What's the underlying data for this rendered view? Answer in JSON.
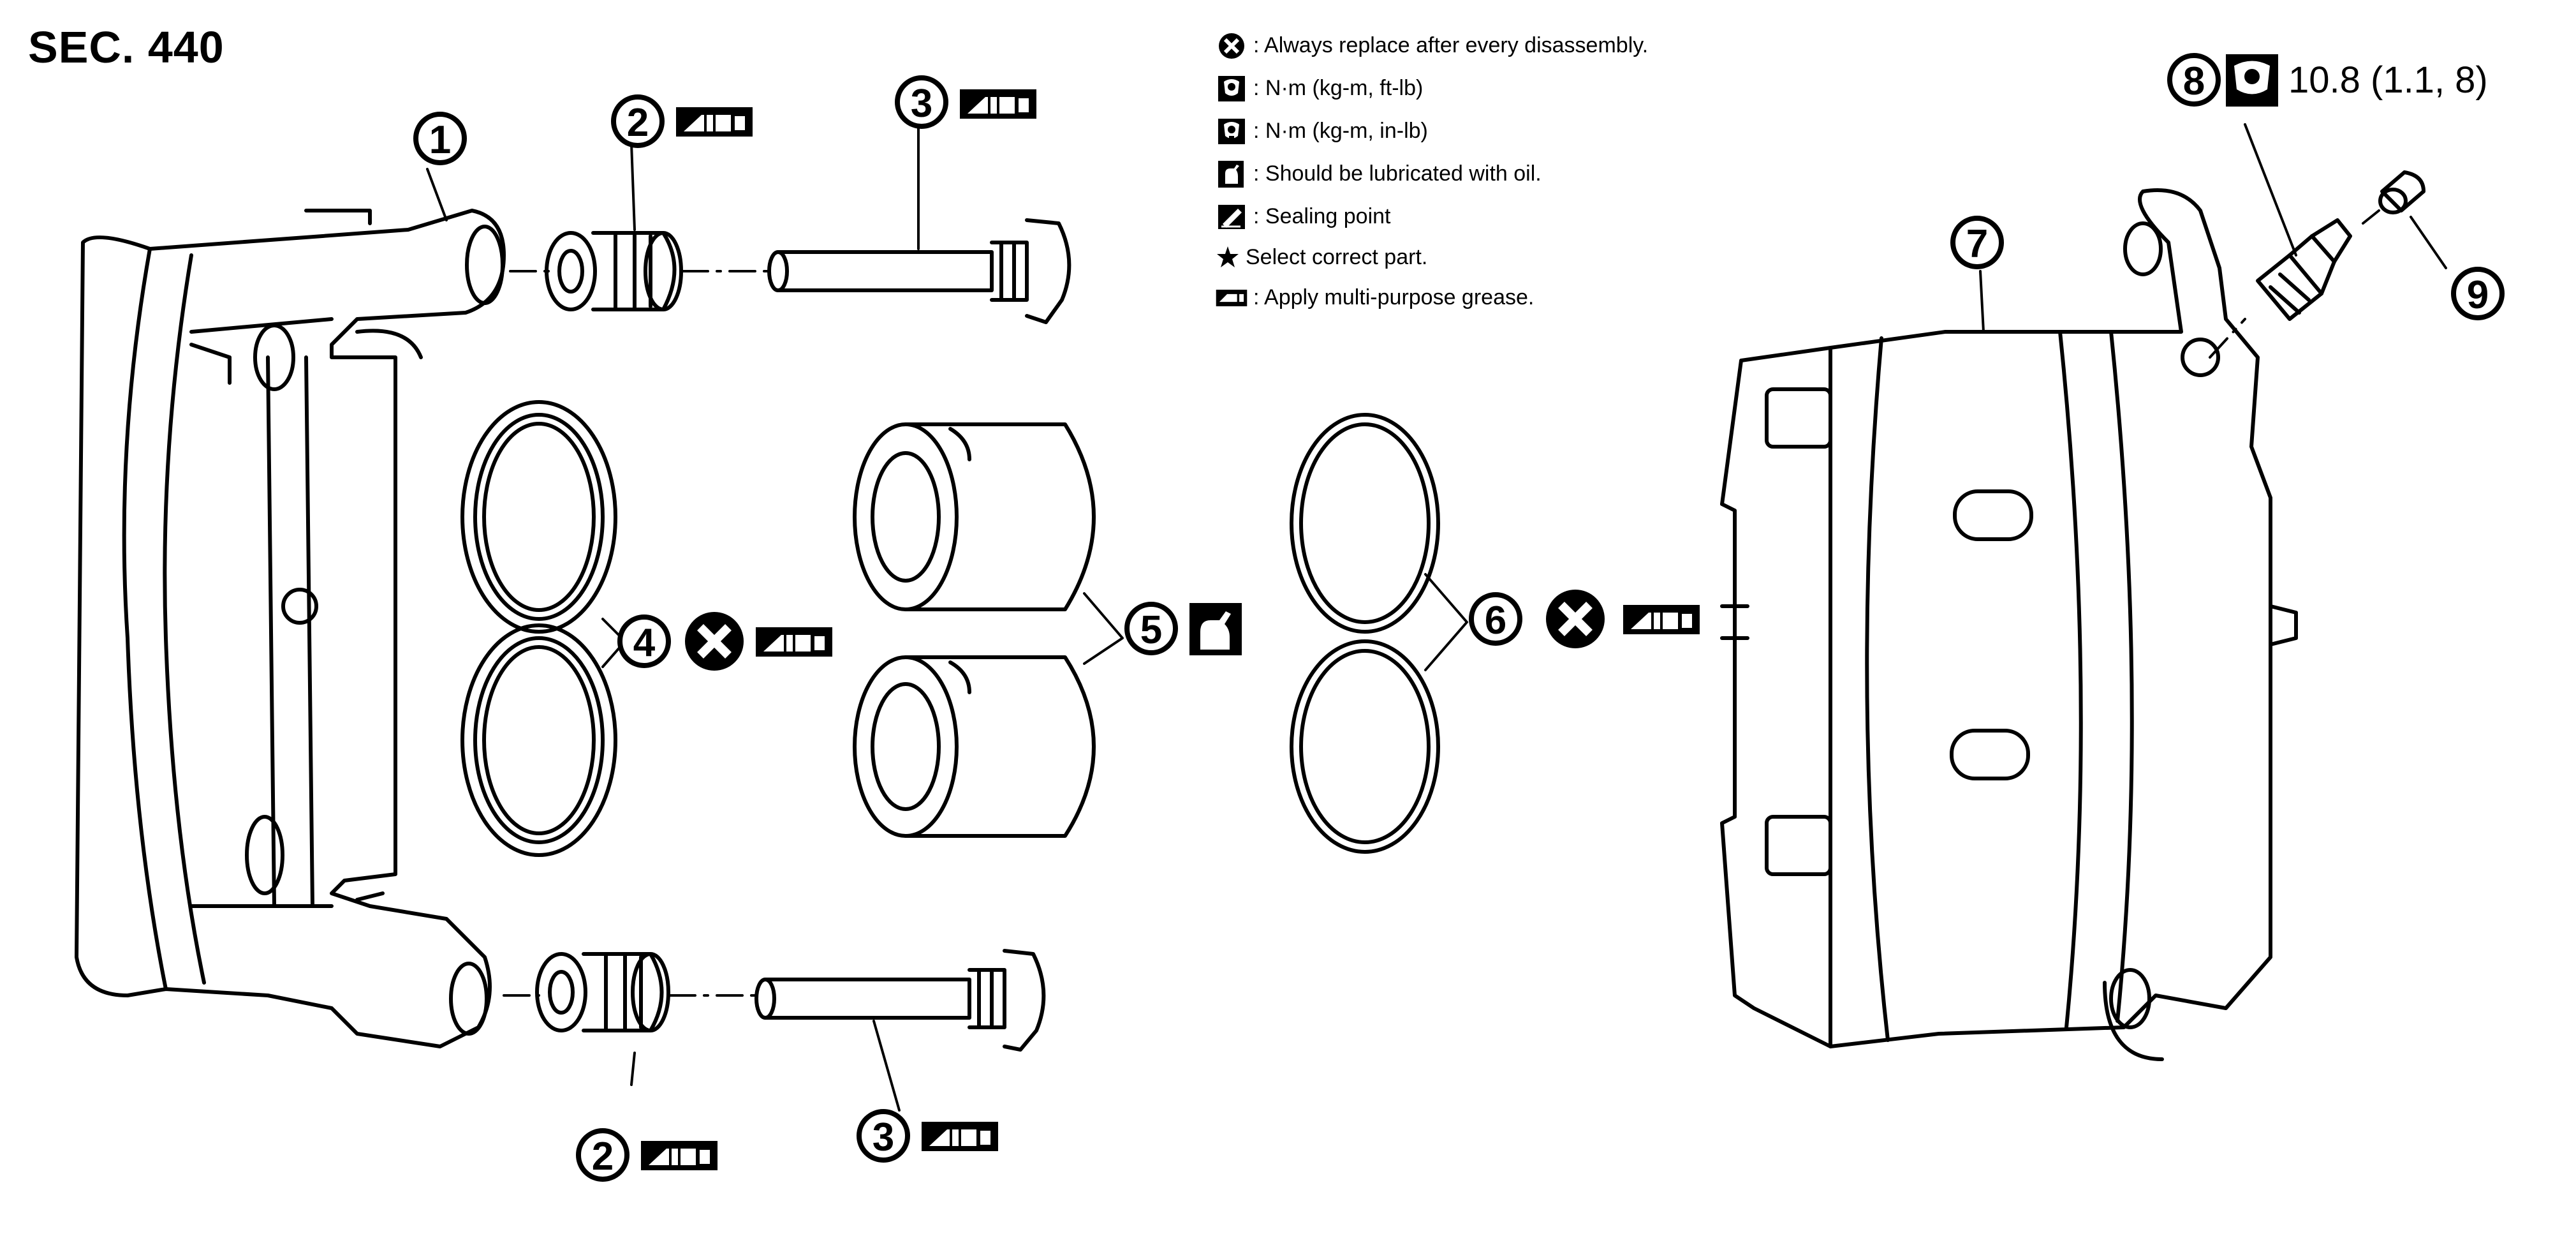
{
  "section_title": "SEC. 440",
  "legend": [
    {
      "icon": "x-circle-icon",
      "text": ": Always replace after every disassembly."
    },
    {
      "icon": "torque-wrench-ftlb-icon",
      "text": ": N·m (kg-m, ft-lb)"
    },
    {
      "icon": "torque-wrench-inlb-icon",
      "text": ": N·m (kg-m, in-lb)"
    },
    {
      "icon": "oil-can-icon",
      "text": ": Should be lubricated with oil."
    },
    {
      "icon": "sealing-point-icon",
      "text": ": Sealing point"
    },
    {
      "icon": "star-icon",
      "text": "Select correct part."
    },
    {
      "icon": "grease-gun-icon",
      "text": ": Apply multi-purpose grease."
    }
  ],
  "torque_spec": "10.8 (1.1, 8)",
  "callouts": {
    "c1": "1",
    "c2a": "2",
    "c2b": "2",
    "c3a": "3",
    "c3b": "3",
    "c4": "4",
    "c5": "5",
    "c6": "6",
    "c7": "7",
    "c8": "8",
    "c9": "9"
  },
  "colors": {
    "line": "#000000",
    "background": "#ffffff"
  }
}
